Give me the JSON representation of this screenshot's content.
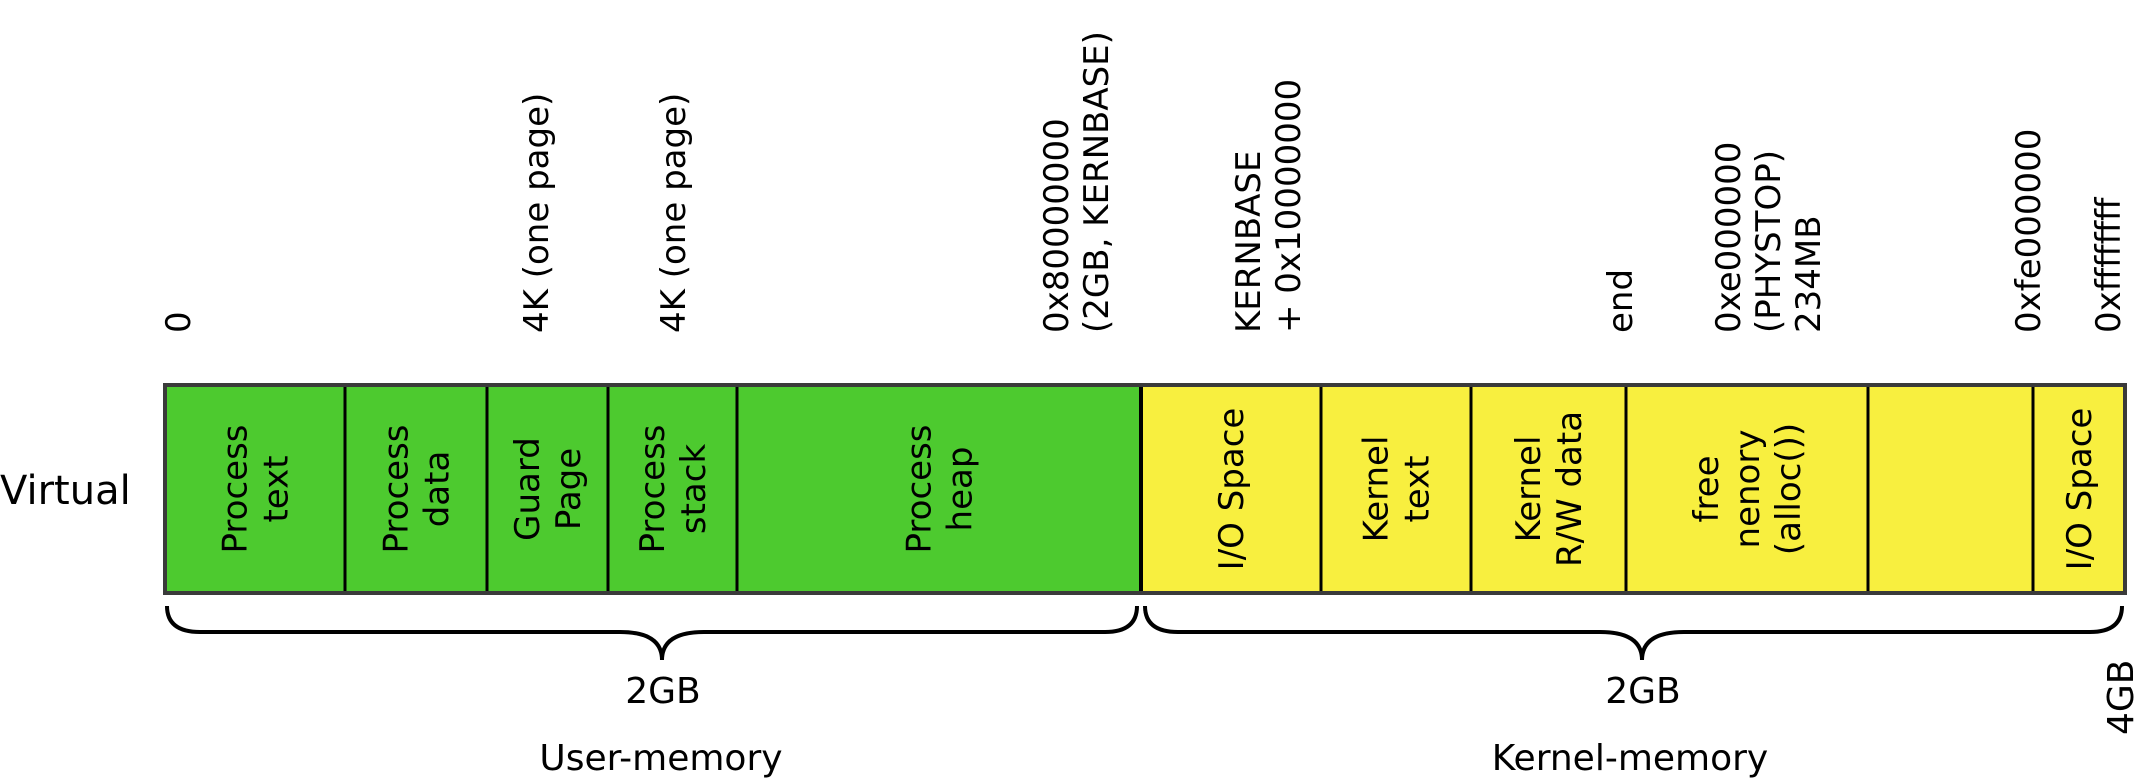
{
  "row_label": "Virtual",
  "colors": {
    "user": "#4dca2f",
    "kernel": "#f8ef3f",
    "border": "#3a3a3a"
  },
  "addresses": [
    {
      "lines": [
        "0"
      ]
    },
    {
      "lines": [
        "4K (one page)"
      ]
    },
    {
      "lines": [
        "4K (one page)"
      ]
    },
    {
      "lines": [
        "0x80000000",
        "(2GB, KERNBASE)"
      ]
    },
    {
      "lines": [
        "KERNBASE",
        "+ 0x10000000"
      ]
    },
    {
      "lines": [
        "end"
      ]
    },
    {
      "lines": [
        "0xe000000",
        "(PHYSTOP)",
        "234MB"
      ]
    },
    {
      "lines": [
        "0xfe000000"
      ]
    },
    {
      "lines": [
        "0xffffffff"
      ]
    }
  ],
  "segments": [
    {
      "region": "user",
      "lines": [
        "Process",
        "text"
      ]
    },
    {
      "region": "user",
      "lines": [
        "Process",
        "data"
      ]
    },
    {
      "region": "user",
      "lines": [
        "Guard",
        "Page"
      ]
    },
    {
      "region": "user",
      "lines": [
        "Process",
        "stack"
      ]
    },
    {
      "region": "user",
      "lines": [
        "Process",
        "heap"
      ]
    },
    {
      "region": "kernel",
      "lines": [
        "I/O Space"
      ]
    },
    {
      "region": "kernel",
      "lines": [
        "Kernel",
        "text"
      ]
    },
    {
      "region": "kernel",
      "lines": [
        "Kernel",
        "R/W data"
      ]
    },
    {
      "region": "kernel",
      "lines": [
        "free",
        "nenory",
        "(alloc())"
      ]
    },
    {
      "region": "kernel",
      "lines": []
    },
    {
      "region": "kernel",
      "lines": [
        "I/O Space"
      ]
    }
  ],
  "braces": [
    {
      "size": "2GB",
      "label": "User-memory"
    },
    {
      "size": "2GB",
      "label": "Kernel-memory"
    }
  ],
  "end_size": "4GB"
}
